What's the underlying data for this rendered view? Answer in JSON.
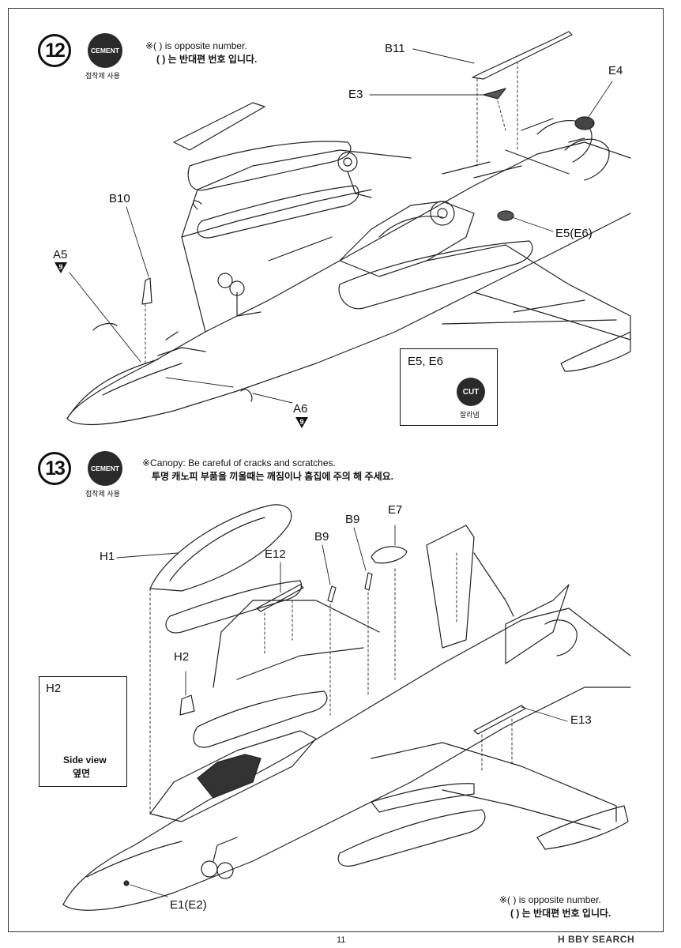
{
  "page_number": "11",
  "watermark": "H BBY SEARCH",
  "step12": {
    "number": "12",
    "cement": "CEMENT",
    "cement_sub": "접착제 사용",
    "note_en": "※( ) is opposite number.",
    "note_ko": "( ) 는 반대편 번호 입니다.",
    "labels": {
      "b11": "B11",
      "e3": "E3",
      "e4": "E4",
      "b10": "B10",
      "a5": "A5",
      "a5_ref": "9",
      "e5e6": "E5(E6)",
      "a6": "A6",
      "a6_ref": "9"
    },
    "inset": {
      "title": "E5, E6",
      "cut": "CUT",
      "cut_sub": "잘라냄"
    }
  },
  "step13": {
    "number": "13",
    "cement": "CEMENT",
    "cement_sub": "접착제 사용",
    "note_en": "※Canopy: Be careful of cracks and scratches.",
    "note_ko": "투명 캐노피 부품을 끼울때는 깨짐이나 흠집에 주의 해 주세요.",
    "labels": {
      "h1": "H1",
      "e12": "E12",
      "b9a": "B9",
      "b9b": "B9",
      "e7": "E7",
      "h2": "H2",
      "e13": "E13",
      "e1e2": "E1(E2)"
    },
    "inset": {
      "title": "H2",
      "side_en": "Side view",
      "side_ko": "옆면"
    },
    "bottom_note_en": "※( ) is opposite number.",
    "bottom_note_ko": "( ) 는 반대편 번호 입니다."
  }
}
